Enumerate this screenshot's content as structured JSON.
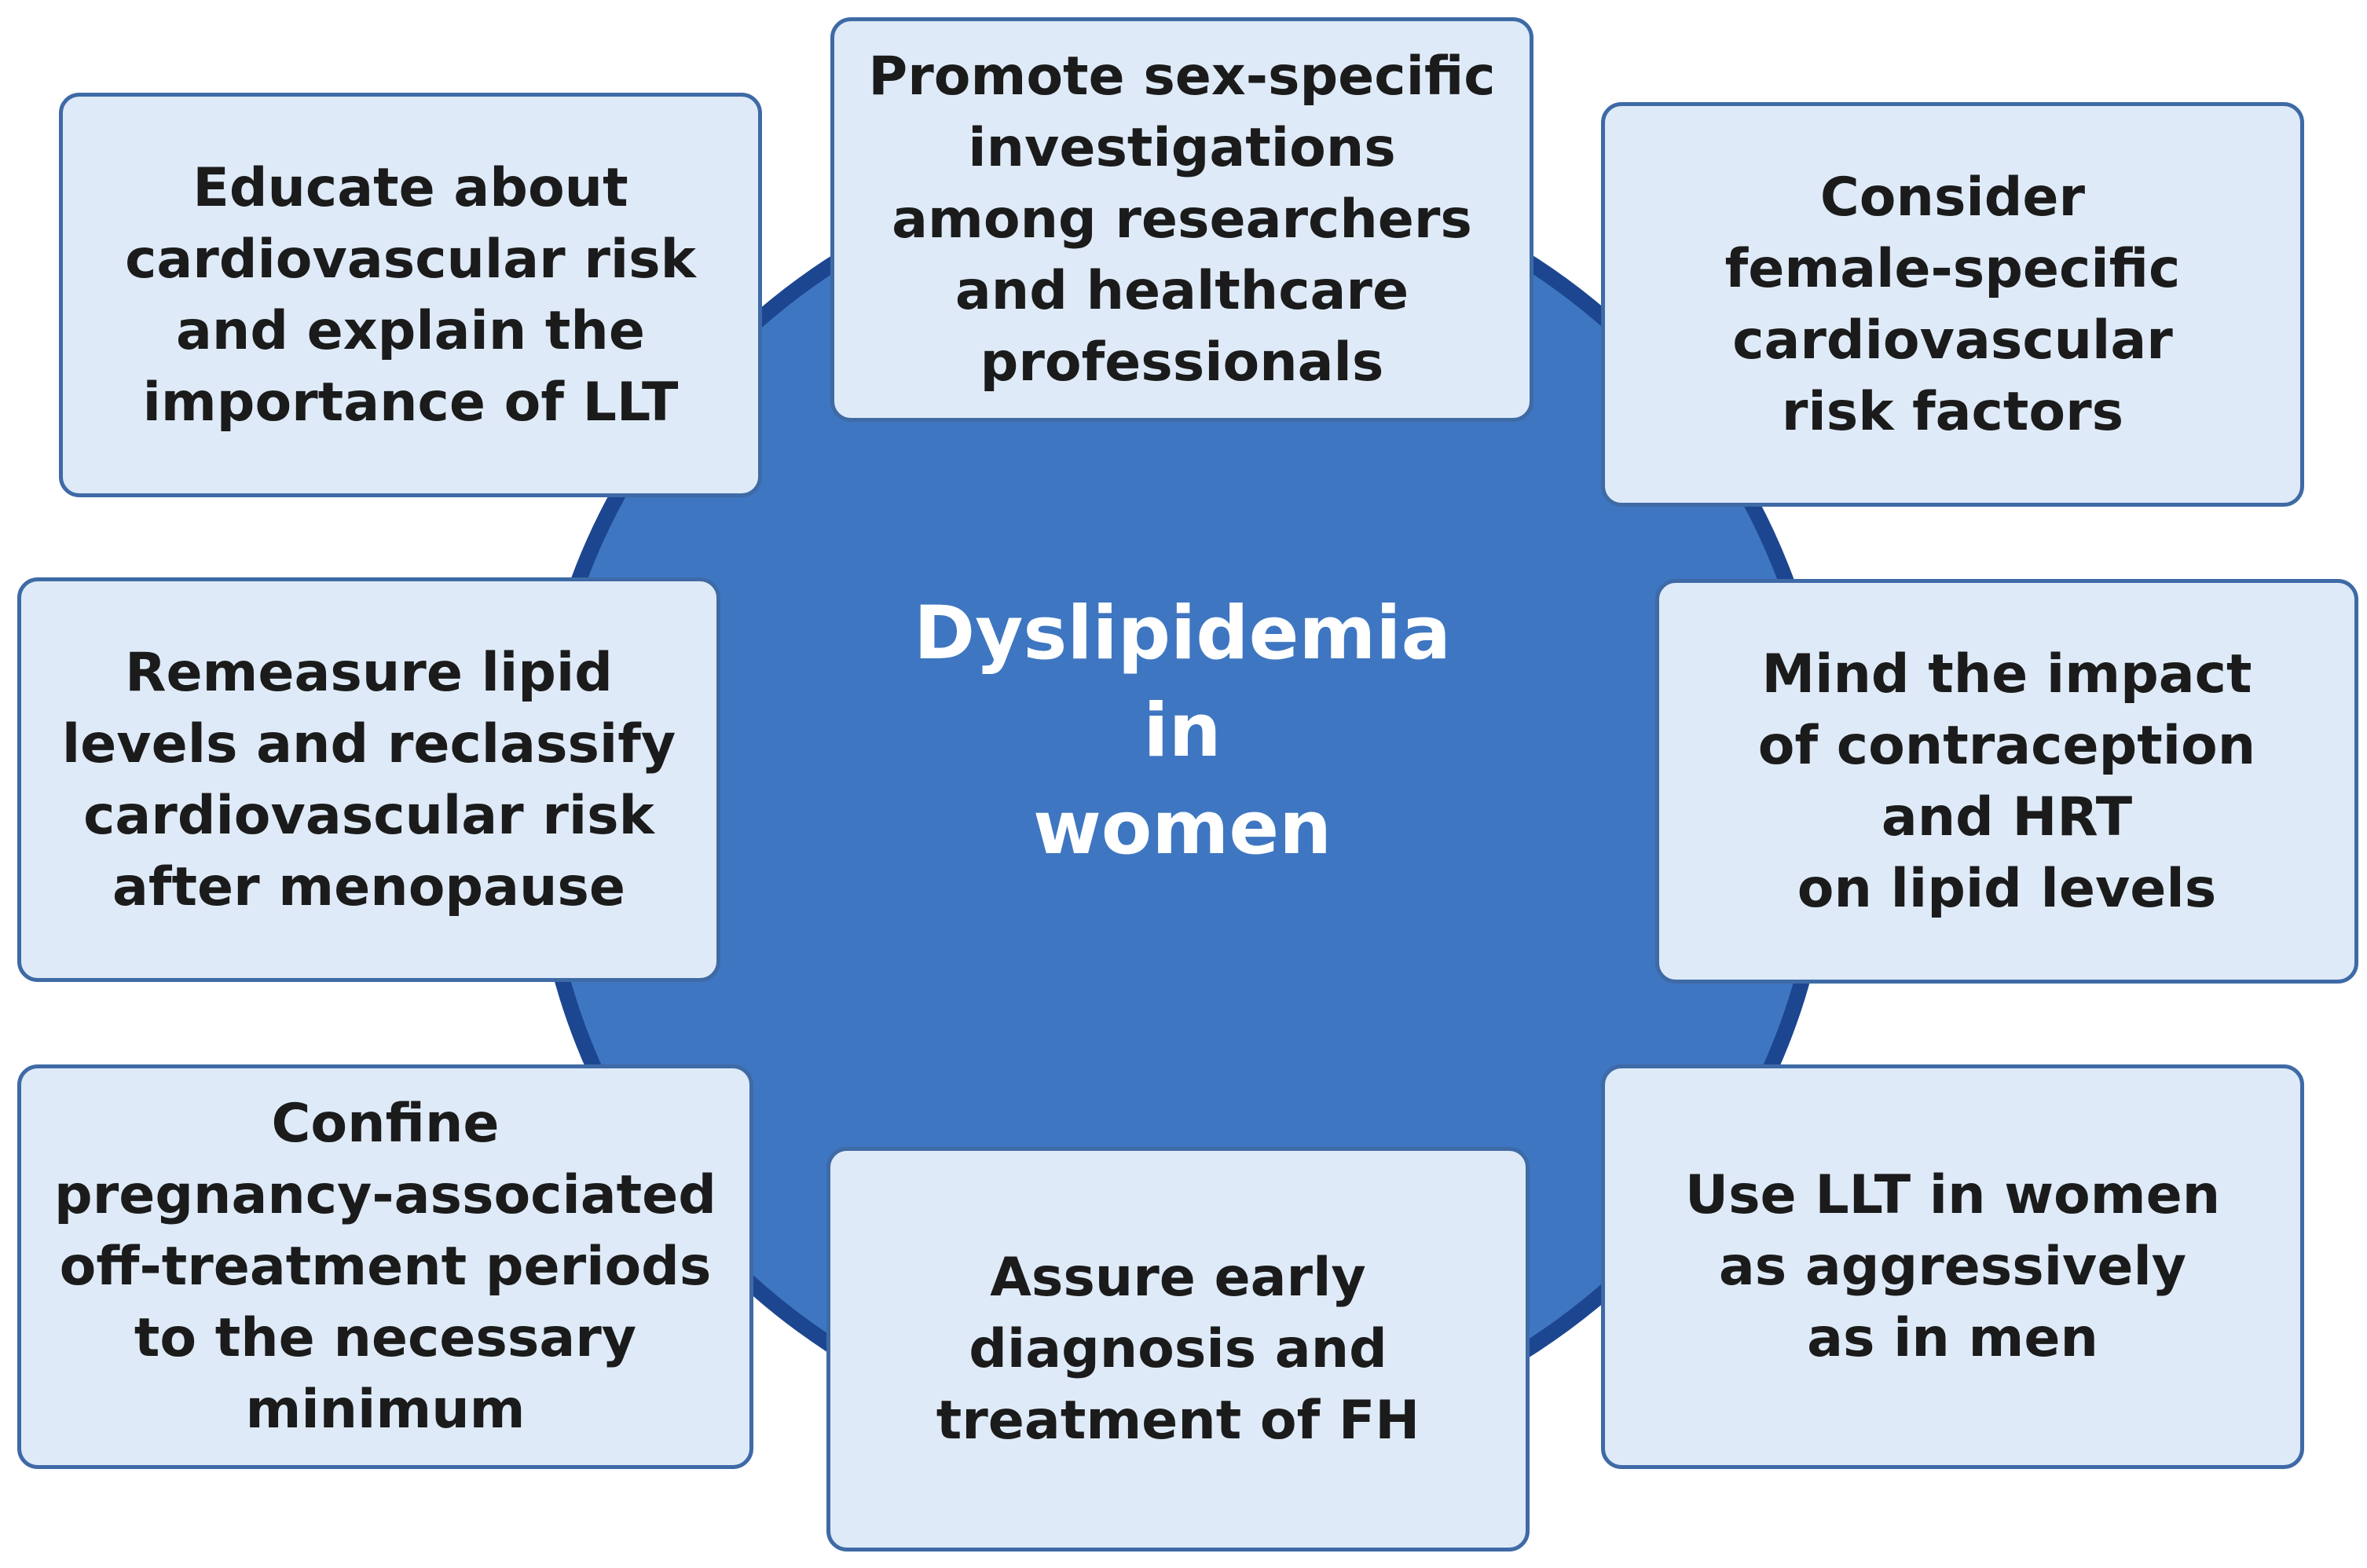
{
  "center": {
    "lines": [
      "Dyslipidemia",
      "in",
      "women"
    ]
  },
  "cards": {
    "educate": {
      "lines": [
        "Educate about",
        "cardiovascular risk",
        "and explain the",
        "importance of LLT"
      ]
    },
    "promote": {
      "lines": [
        "Promote sex-specific",
        "investigations",
        "among researchers",
        "and healthcare",
        "professionals"
      ]
    },
    "consider": {
      "lines": [
        "Consider",
        "female-specific",
        "cardiovascular",
        "risk factors"
      ]
    },
    "remeasure": {
      "lines": [
        "Remeasure lipid",
        "levels and reclassify",
        "cardiovascular risk",
        "after menopause"
      ]
    },
    "mind": {
      "lines": [
        "Mind the impact",
        "of contraception",
        "and HRT",
        "on lipid levels"
      ]
    },
    "confine": {
      "lines": [
        "Confine",
        "pregnancy-associated",
        "off-treatment periods",
        "to the necessary",
        "minimum"
      ]
    },
    "assure": {
      "lines": [
        "Assure early",
        "diagnosis and",
        "treatment of FH"
      ]
    },
    "use": {
      "lines": [
        "Use LLT in women",
        "as aggressively",
        "as in men"
      ]
    }
  },
  "colors": {
    "circle_fill": "#3e76c1",
    "circle_ring": "#1d4690",
    "card_fill": "#deeaf7",
    "card_border": "#3e6aa6",
    "card_text": "#1b1b1b",
    "center_text": "#ffffff"
  }
}
